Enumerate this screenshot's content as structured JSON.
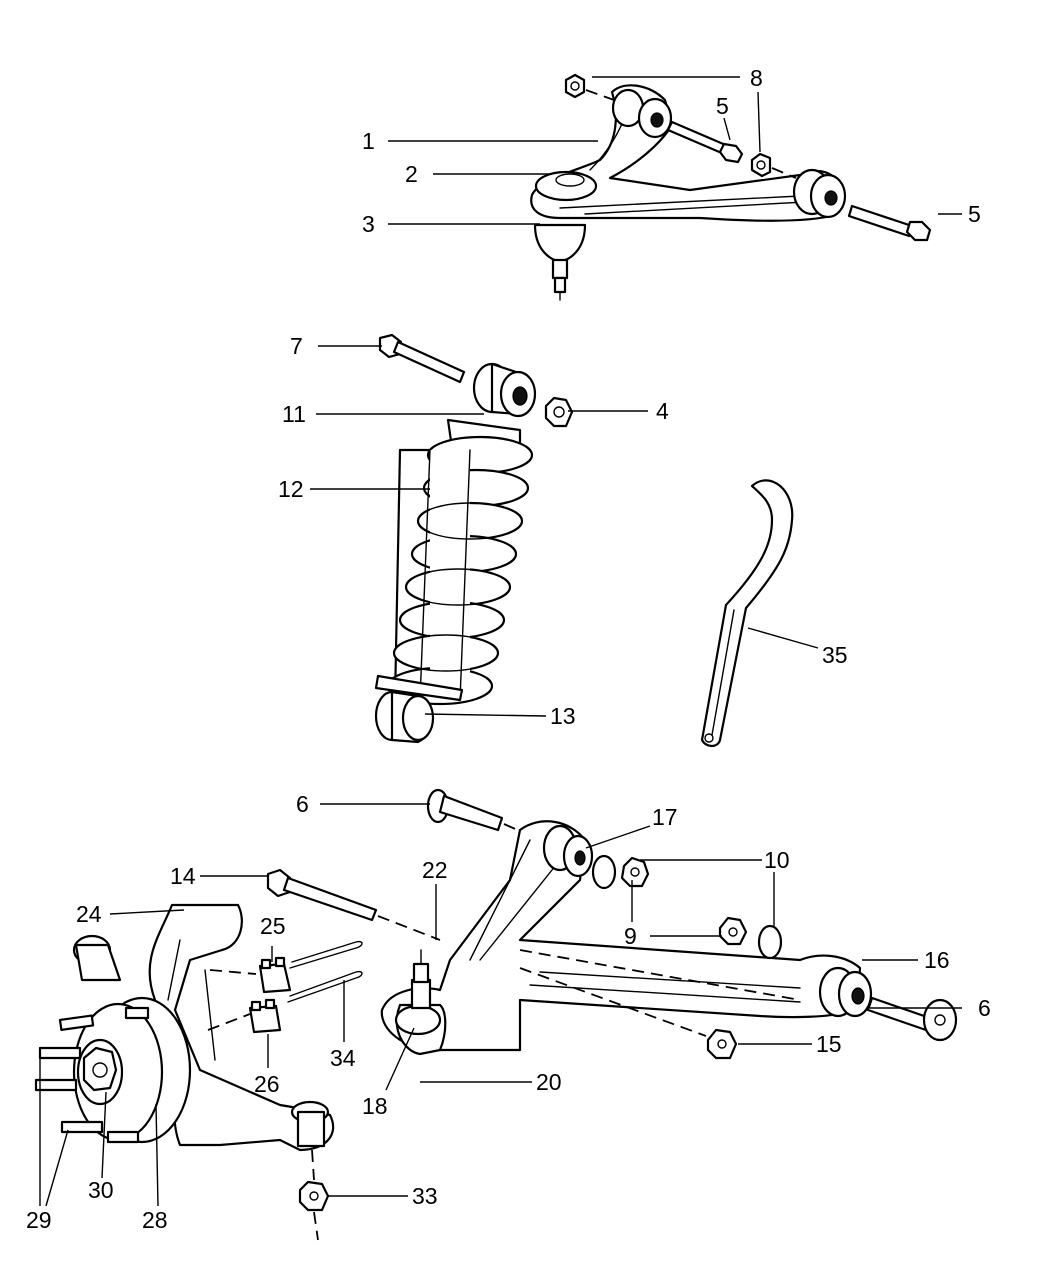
{
  "diagram": {
    "callouts": [
      {
        "id": "c1",
        "text": "1"
      },
      {
        "id": "c2",
        "text": "2"
      },
      {
        "id": "c3",
        "text": "3"
      },
      {
        "id": "c4",
        "text": "4"
      },
      {
        "id": "c5a",
        "text": "5"
      },
      {
        "id": "c5b",
        "text": "5"
      },
      {
        "id": "c6a",
        "text": "6"
      },
      {
        "id": "c6b",
        "text": "6"
      },
      {
        "id": "c7",
        "text": "7"
      },
      {
        "id": "c8a",
        "text": "8"
      },
      {
        "id": "c9",
        "text": "9"
      },
      {
        "id": "c10a",
        "text": "10"
      },
      {
        "id": "c10b",
        "text": "10"
      },
      {
        "id": "c11",
        "text": "11"
      },
      {
        "id": "c12",
        "text": "12"
      },
      {
        "id": "c13",
        "text": "13"
      },
      {
        "id": "c14",
        "text": "14"
      },
      {
        "id": "c15",
        "text": "15"
      },
      {
        "id": "c16",
        "text": "16"
      },
      {
        "id": "c17",
        "text": "17"
      },
      {
        "id": "c18",
        "text": "18"
      },
      {
        "id": "c20",
        "text": "20"
      },
      {
        "id": "c22",
        "text": "22"
      },
      {
        "id": "c24",
        "text": "24"
      },
      {
        "id": "c25",
        "text": "25"
      },
      {
        "id": "c26",
        "text": "26"
      },
      {
        "id": "c28",
        "text": "28"
      },
      {
        "id": "c29",
        "text": "29"
      },
      {
        "id": "c30",
        "text": "30"
      },
      {
        "id": "c33",
        "text": "33"
      },
      {
        "id": "c34",
        "text": "34"
      },
      {
        "id": "c35",
        "text": "35"
      }
    ]
  }
}
